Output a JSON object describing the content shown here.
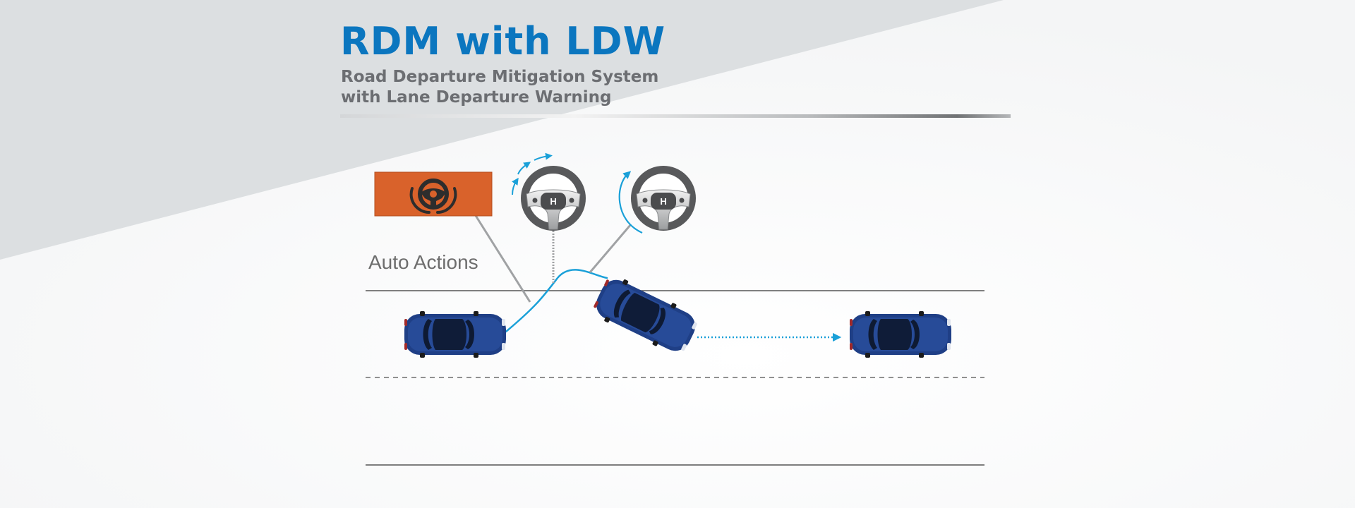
{
  "header": {
    "title": "RDM with LDW",
    "subtitle_line1": "Road Departure Mitigation System",
    "subtitle_line2": "with Lane Departure Warning"
  },
  "diagram": {
    "auto_actions_label": "Auto Actions",
    "warning_indicator": {
      "icon": "steering-wheel-warning-icon",
      "color": "#d9622b"
    },
    "steering_wheel_brand_mark": "H",
    "colors": {
      "title": "#0b76bf",
      "subtitle": "#6c6e72",
      "path": "#1aa0d8",
      "car_body": "#1f3f86",
      "wheel": "#555759",
      "lane_line": "#555555"
    }
  }
}
